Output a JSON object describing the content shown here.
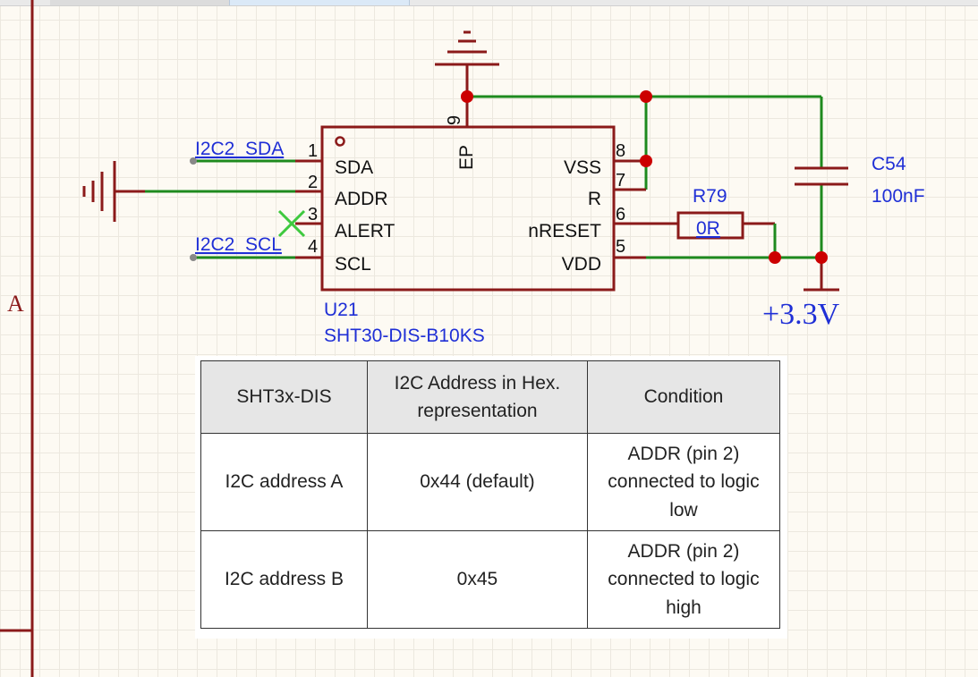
{
  "sheet": {
    "zone_label": "A"
  },
  "component": {
    "designator": "U21",
    "part": "SHT30-DIS-B10KS",
    "pins_left": [
      {
        "num": "1",
        "name": "SDA"
      },
      {
        "num": "2",
        "name": "ADDR"
      },
      {
        "num": "3",
        "name": "ALERT"
      },
      {
        "num": "4",
        "name": "SCL"
      }
    ],
    "pins_right": [
      {
        "num": "8",
        "name": "VSS"
      },
      {
        "num": "7",
        "name": "R"
      },
      {
        "num": "6",
        "name": "nRESET"
      },
      {
        "num": "5",
        "name": "VDD"
      }
    ],
    "pin_top": {
      "num": "9",
      "name": "EP"
    }
  },
  "nets": {
    "sda": "I2C2_SDA",
    "scl": "I2C2_SCL"
  },
  "resistor": {
    "designator": "R79",
    "value": "0R"
  },
  "capacitor": {
    "designator": "C54",
    "value": "100nF"
  },
  "power": {
    "label": "+3.3V"
  },
  "colors": {
    "wire": "#1e8a1e",
    "component": "#8b1a1a",
    "junction": "#cc0000",
    "net_label": "#1f2fd6",
    "no_connect": "#3ec93e"
  },
  "address_table": {
    "headers": [
      "SHT3x-DIS",
      "I2C Address in Hex. representation",
      "Condition"
    ],
    "rows": [
      [
        "I2C address A",
        "0x44 (default)",
        "ADDR (pin 2) connected to logic low"
      ],
      [
        "I2C address B",
        "0x45",
        "ADDR (pin 2) connected to logic high"
      ]
    ]
  }
}
